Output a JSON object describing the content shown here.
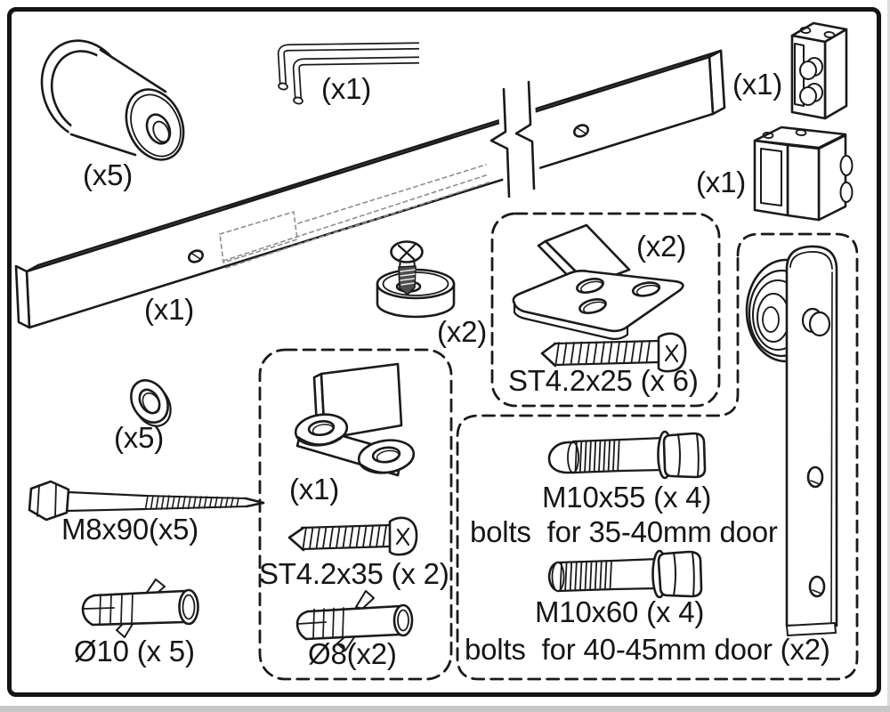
{
  "colors": {
    "ink": "#1a1a1a",
    "paper": "#ffffff"
  },
  "parts": {
    "wall_spacer": {
      "qty": "(x5)"
    },
    "hex_keys": {
      "qty": "(x1)"
    },
    "track_stopper_top": {
      "qty": "(x1)"
    },
    "track_stopper_bottom": {
      "qty": "(x1)"
    },
    "rail": {
      "qty": "(x1)"
    },
    "floor_spacer": {
      "qty": "(x2)"
    },
    "door_stop": {
      "qty": "(x2)",
      "screws": "ST4.2x25 (x 6)"
    },
    "washer": {
      "qty": "(x5)"
    },
    "lag_screw": {
      "label": "M8x90(x5)"
    },
    "anchor_10": {
      "label": "Ø10 (x 5)"
    },
    "anti_jump_guide": {
      "qty": "(x1)",
      "screws": "ST4.2x35 (x 2)",
      "anchors": "Ø8(x2)"
    },
    "hanger": {
      "bolt_55": "M10x55 (x 4)",
      "bolt_55_note": "bolts  for 35-40mm door",
      "bolt_60": "M10x60 (x 4)",
      "bolt_60_note": "bolts  for 40-45mm door (x2)"
    }
  }
}
